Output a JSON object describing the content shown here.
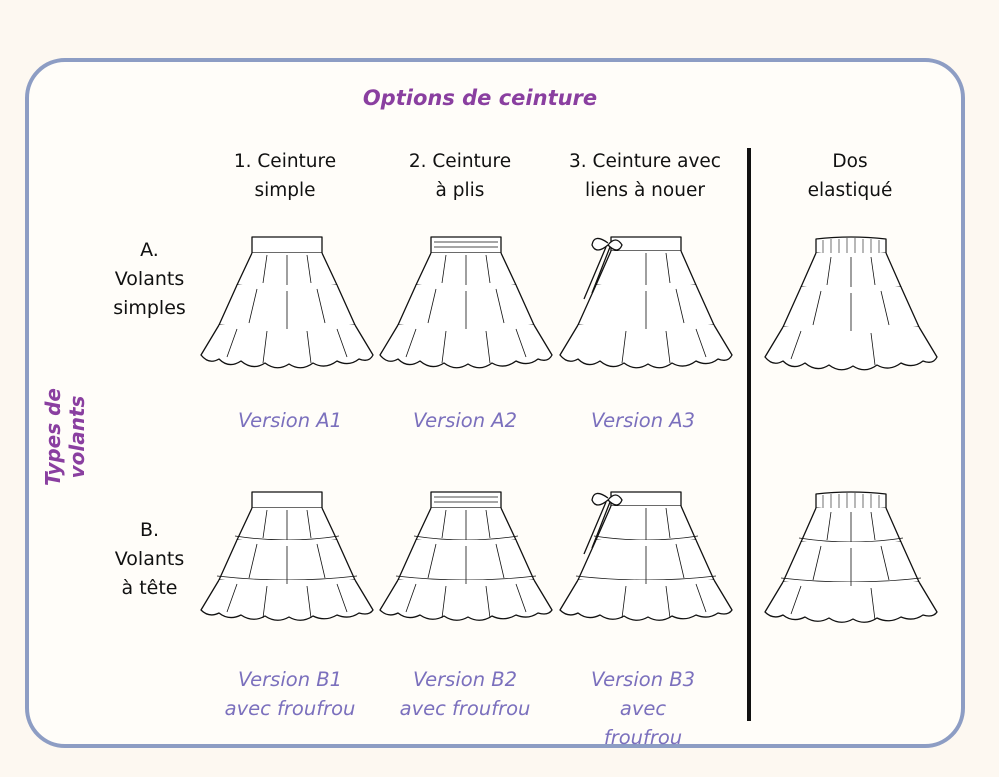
{
  "title_top": "Options de ceinture",
  "title_side": "Types de volants",
  "column_headers": [
    "1. Ceinture\nsimple",
    "2. Ceinture\nà plis",
    "3. Ceinture avec\nliens à nouer",
    "Dos\nelastiqué"
  ],
  "row_headers": [
    "A.\nVolants\nsimples",
    "B.\nVolants\nà tête"
  ],
  "versions": {
    "a1": "Version A1",
    "a2": "Version A2",
    "a3": "Version A3",
    "b1": "Version B1\navec froufrou",
    "b2": "Version B2\navec froufrou",
    "b3": "Version B3\navec\nfroufrou"
  },
  "colors": {
    "border": "#8d9dc4",
    "title_purple": "#8a3fa0",
    "version_label": "#7b70bd"
  }
}
